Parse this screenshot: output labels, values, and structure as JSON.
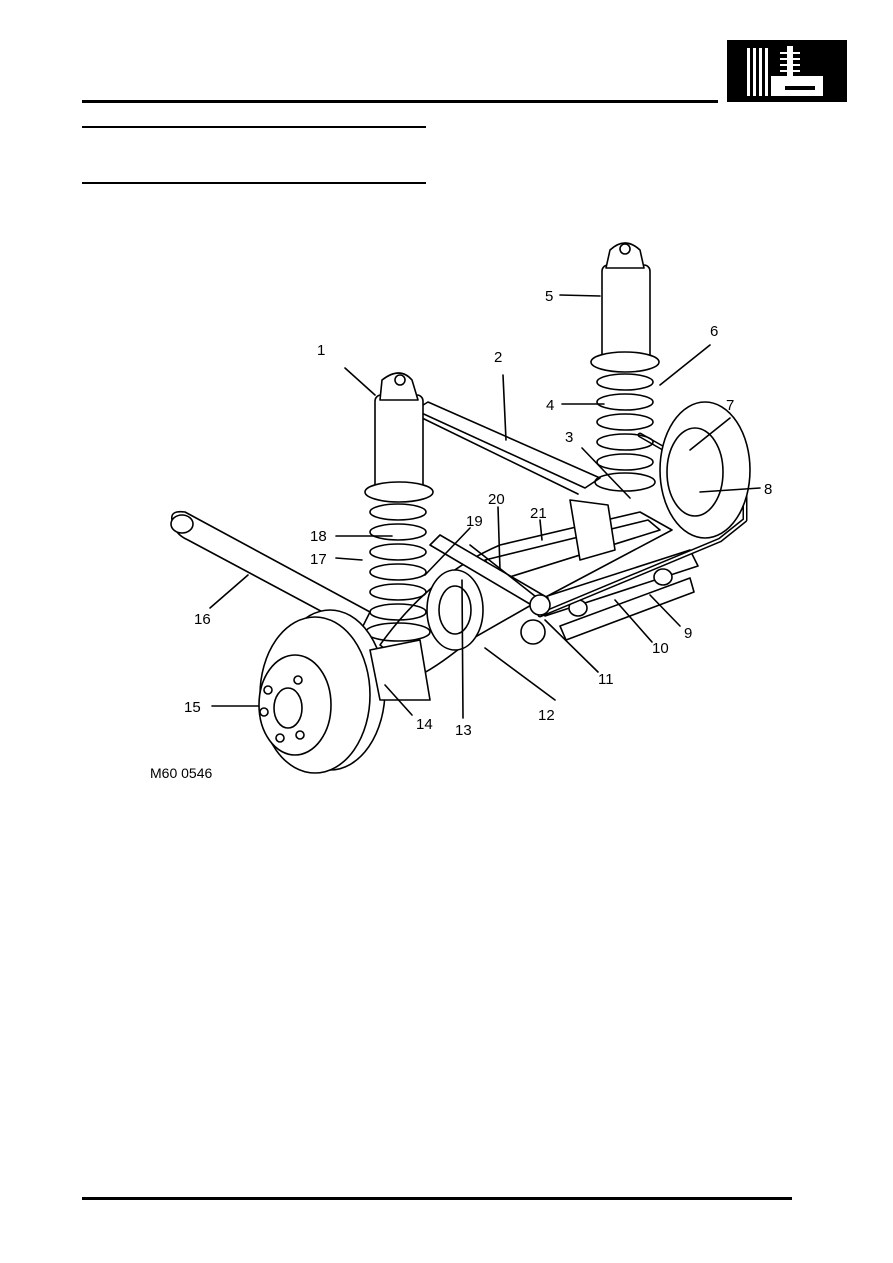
{
  "header": {
    "section_icon": "rear-suspension-icon"
  },
  "figure": {
    "code": "M60 0546",
    "callouts": [
      "1",
      "2",
      "3",
      "4",
      "5",
      "6",
      "7",
      "8",
      "9",
      "10",
      "11",
      "12",
      "13",
      "14",
      "15",
      "16",
      "17",
      "18",
      "19",
      "20",
      "21"
    ]
  }
}
